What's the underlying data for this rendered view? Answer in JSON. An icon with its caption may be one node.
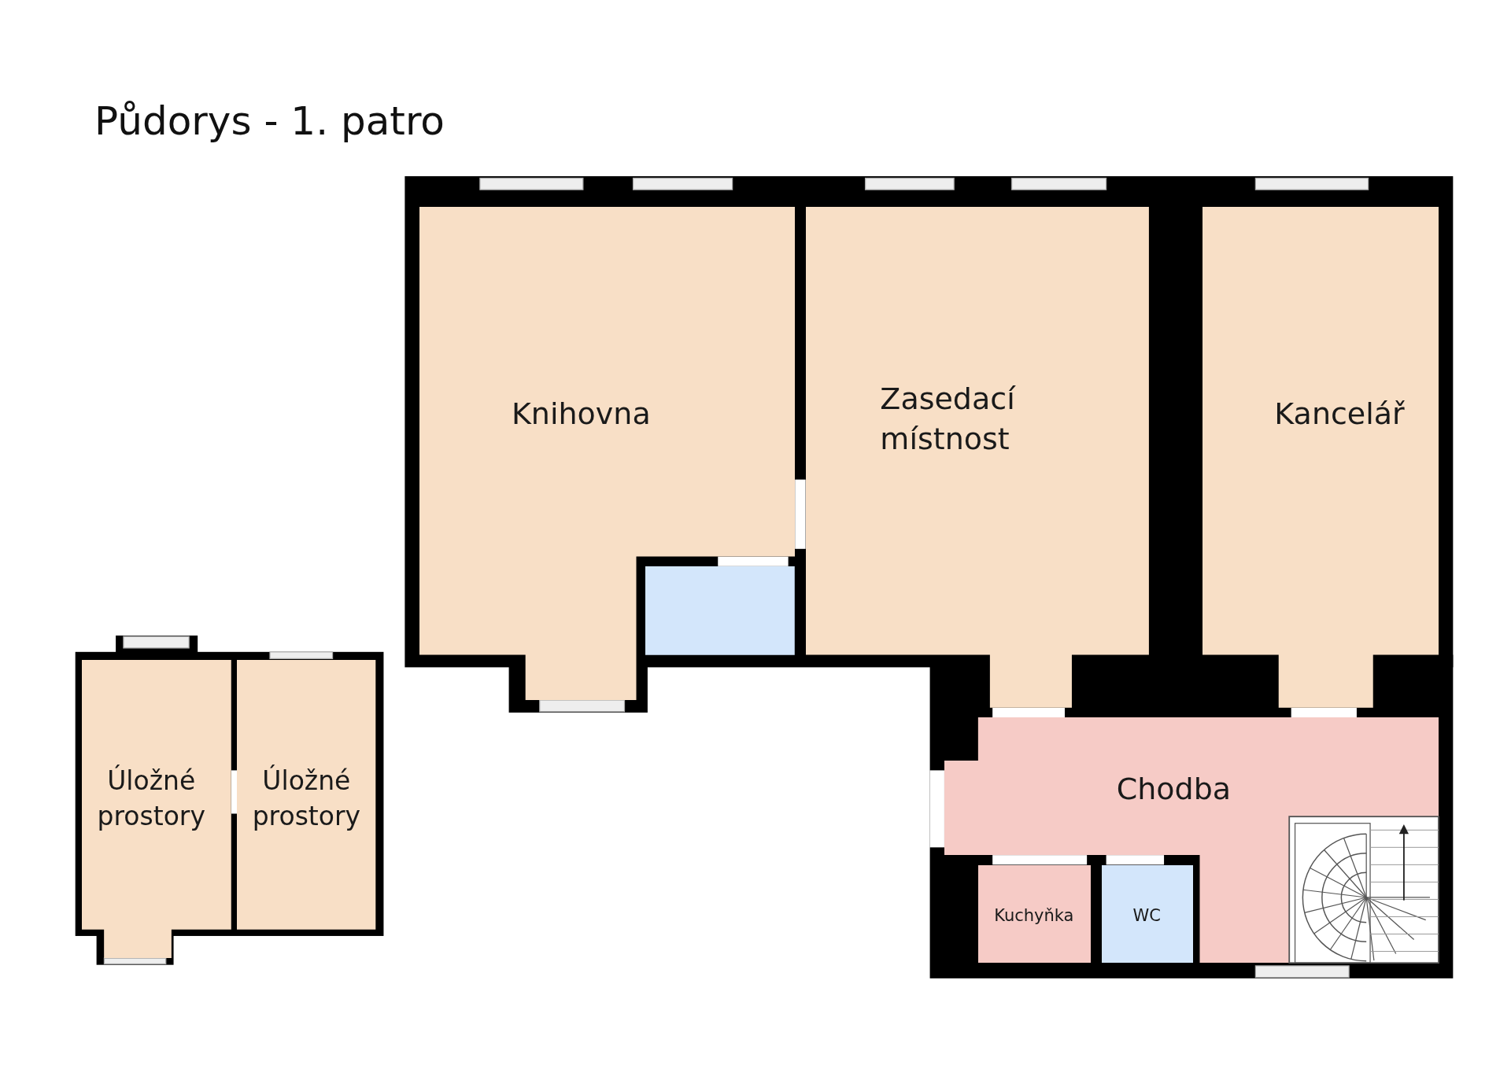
{
  "diagram": {
    "title": "Půdorys - 1. patro",
    "nodes": [
      {
        "text": [
          "Knihovna"
        ]
      },
      {
        "text": [
          "Zasedací místnost"
        ]
      },
      {
        "text": [
          "Kancelář"
        ]
      },
      {
        "text": [],
        "shape": "box"
      },
      {
        "text": [
          "Chodba"
        ]
      },
      {
        "text": [
          "Kuchyňka"
        ]
      },
      {
        "text": [
          "WC"
        ]
      },
      {
        "text": [
          "Úložné prostory"
        ]
      },
      {
        "text": [
          "Úložné prostory"
        ]
      }
    ],
    "edges": []
  }
}
